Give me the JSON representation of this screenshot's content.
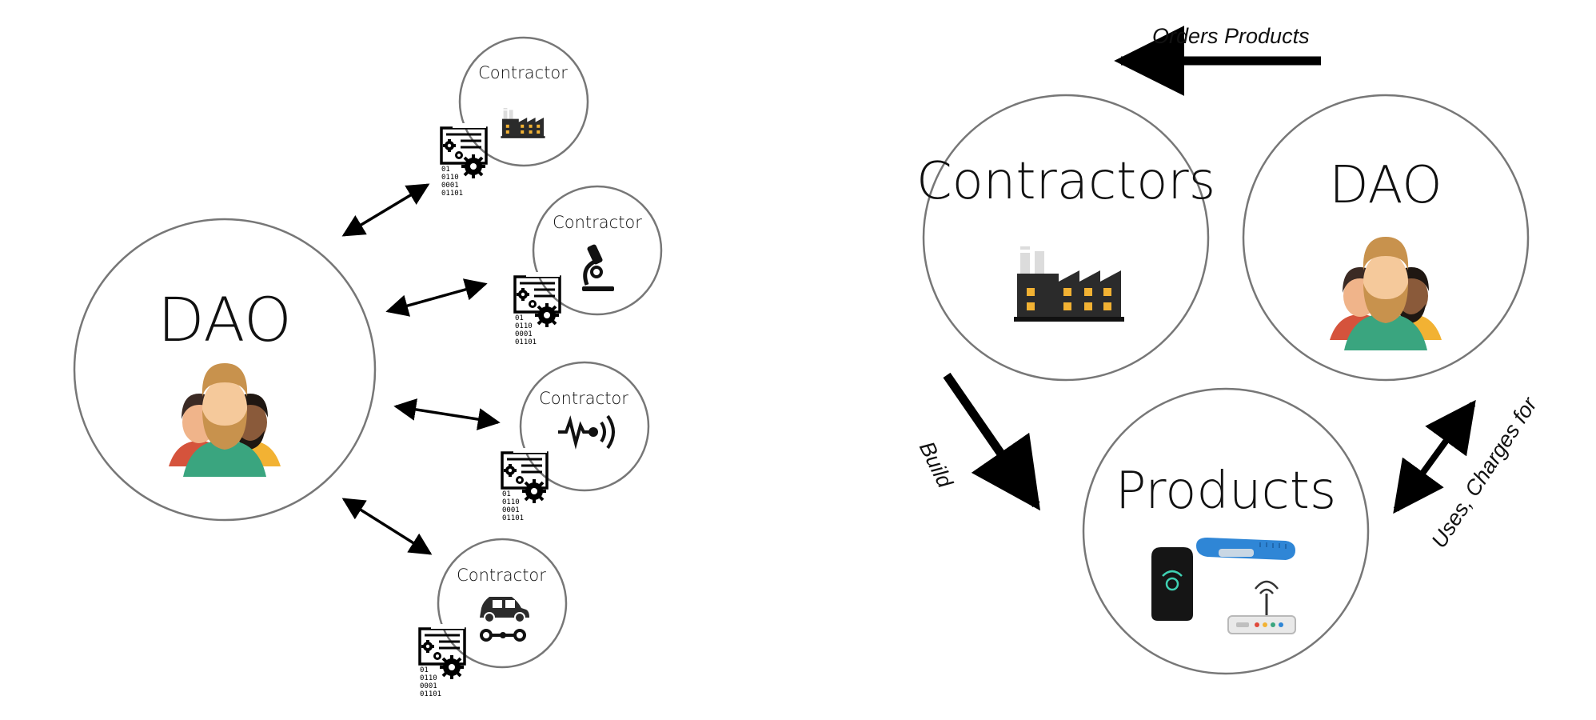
{
  "left": {
    "dao_label": "DAO",
    "contractors": [
      {
        "label": "Contractor",
        "icon": "factory-icon"
      },
      {
        "label": "Contractor",
        "icon": "microscope-icon"
      },
      {
        "label": "Contractor",
        "icon": "sensor-wave-icon"
      },
      {
        "label": "Contractor",
        "icon": "car-icon"
      }
    ],
    "contract_icon": "smart-contract-icon",
    "contract_code": [
      "01",
      "0110",
      "0001",
      "01101"
    ]
  },
  "right": {
    "contractors_label": "Contractors",
    "dao_label": "DAO",
    "products_label": "Products",
    "edge_orders": "Orders Products",
    "edge_build": "Build",
    "edge_uses": "Uses, Charges for"
  },
  "colors": {
    "circle_stroke": "#777777",
    "arrow": "#000000",
    "factory": "#2b2b2b",
    "window": "#f2b233",
    "skin": "#f5c99b",
    "beard": "#c8924d",
    "shirt_green": "#3aa57f",
    "band_blue": "#2f86d6"
  }
}
